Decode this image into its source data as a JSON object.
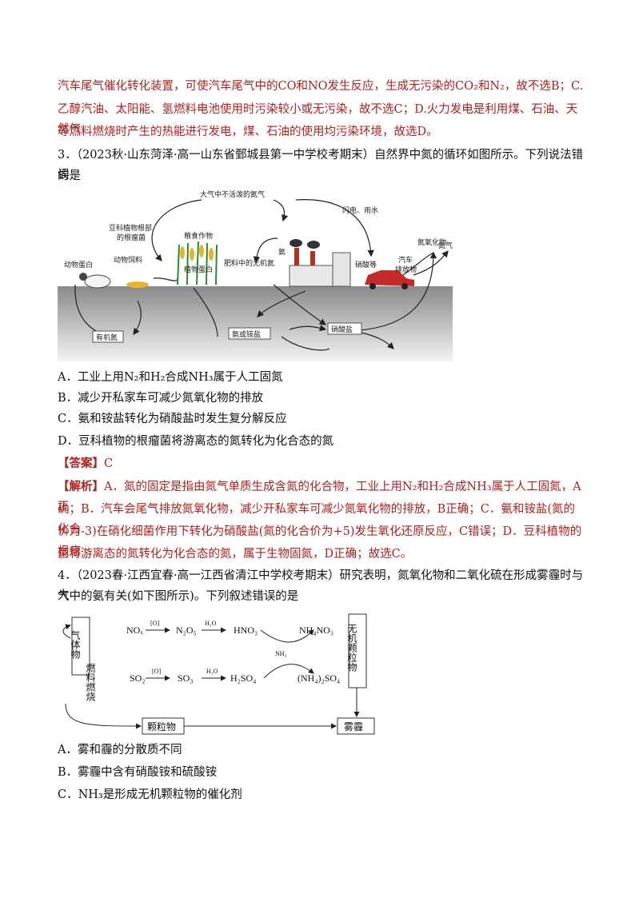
{
  "prev_explanation": {
    "line1": "汽车尾气催化转化装置，可使汽车尾气中的CO和NO发生反应，生成无污染的CO₂和N₂，故不选B；C.",
    "line2": "乙醇汽油、太阳能、氢燃料电池使用时污染较小或无污染，故不选C；D.火力发电是利用煤、石油、天然气",
    "line3": "等燃料燃烧时产生的热能进行发电，煤、石油的使用均污染环境，故选D。"
  },
  "q3": {
    "stem1": "3．（2023秋·山东菏泽·高一山东省鄄城县第一中学校考期末）自然界中氮的循环如图所示。下列说法错误",
    "stem2": "的是",
    "diagram": {
      "atm_n2": "大气中不活泼的氮气",
      "lightning": "闪电、雨水",
      "nodule": "豆科植物根部",
      "nodule2": "的根瘤菌",
      "crops": "粮食作物",
      "ammonia": "氨",
      "nox": "氮氧化物",
      "n2": "氮气",
      "animal_protein": "动物蛋白",
      "feed": "动物饲料",
      "plant_protein": "植物蛋白",
      "fert": "肥料中的无机氮",
      "nitrate_etc": "硝酸等",
      "car1": "汽车",
      "car2": "排放物",
      "organic_n": "有机氮",
      "ammonium": "氨或铵盐",
      "nitrate": "硝酸盐"
    },
    "options": [
      "A．工业上用N₂和H₂合成NH₃属于人工固氮",
      "B．减少开私家车可减少氮氧化物的排放",
      "C．氨和铵盐转化为硝酸盐时发生复分解反应",
      "D．豆科植物的根瘤菌将游离态的氮转化为化合态的氮"
    ],
    "answer_tag": "【答案】",
    "answer": "C",
    "analysis_tag": "【解析】",
    "analysis1": "A．氮的固定是指由氮气单质生成含氮的化合物，工业上用N₂和H₂合成NH₃属于人工固氮，A正",
    "analysis2": "确；B．汽车会尾气排放氮氧化物，减少开私家车可减少氮氧化物的排放，B正确；C．氨和铵盐(氮的化合",
    "analysis3": "价为-3)在硝化细菌作用下转化为硝酸盐(氮的化合价为+5)发生氧化还原反应，C错误；D．豆科植物的根瘤",
    "analysis4": "菌将游离态的氮转化为化合态的氮，属于生物固氮，D正确；故选C。"
  },
  "q4": {
    "stem1": "4．（2023春·江西宜春·高一江西省清江中学校考期末）研究表明，氮氧化物和二氧化硫在形成雾霾时与大",
    "stem2": "气中的氨有关(如下图所示)。下列叙述错误的是",
    "diagram": {
      "fuel_burn": "燃料燃烧",
      "gas": "气体物",
      "inorganic": "无机颗粒物",
      "particles": "颗粒物",
      "smog": "雾霾",
      "o1": "[O]",
      "o2": "[O]",
      "h2o1": "H₂O",
      "h2o2": "H₂O",
      "nh3": "NH₃",
      "nox": "NOₓ",
      "n2o5": "N₂O₅",
      "hno3": "HNO₃",
      "nh4no3": "NH₄NO₃",
      "so2": "SO₂",
      "so3": "SO₃",
      "h2so4": "H₂SO₄",
      "nh42so4": "(NH₄)₂SO₄"
    },
    "options": [
      "A．雾和霾的分散质不同",
      "B．雾霾中含有硝酸铵和硫酸铵",
      "C．NH₃是形成无机颗粒物的催化剂"
    ]
  }
}
